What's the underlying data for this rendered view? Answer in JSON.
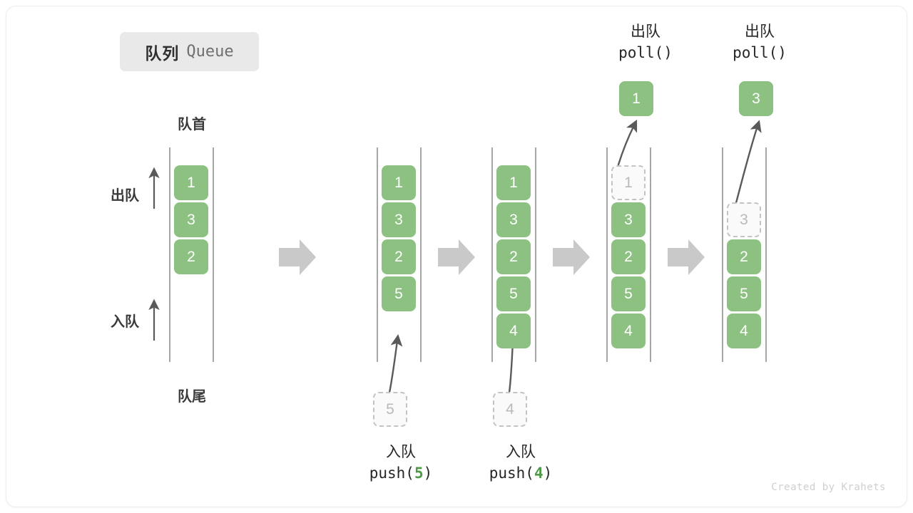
{
  "title": {
    "cn": "队列",
    "en": "Queue"
  },
  "labels": {
    "head": "队首",
    "tail": "队尾",
    "dequeue": "出队",
    "enqueue": "入队"
  },
  "colors": {
    "cell_fill": "#8cc182",
    "cell_text": "#ffffff",
    "ghost_fill": "#fafafa",
    "ghost_border": "#c3c3c3",
    "ghost_text": "#b9b9b9",
    "rail": "#6b6b6b",
    "arrow_gray": "#c9c9c9",
    "arrow_dark": "#5a5a5a",
    "badge_bg": "#e9e9e9",
    "accent_green": "#4f9a47",
    "card_border": "#ececec",
    "footer_text": "#cfcfcf"
  },
  "operations": {
    "push5": {
      "cn": "入队",
      "code_pre": "push(",
      "code_num": "5",
      "code_post": ")"
    },
    "push4": {
      "cn": "入队",
      "code_pre": "push(",
      "code_num": "4",
      "code_post": ")"
    },
    "poll1": {
      "cn": "出队",
      "code": "poll()"
    },
    "poll2": {
      "cn": "出队",
      "code": "poll()"
    }
  },
  "stages": [
    {
      "id": "stage-initial",
      "cells": [
        {
          "value": "1",
          "state": "filled"
        },
        {
          "value": "3",
          "state": "filled"
        },
        {
          "value": "2",
          "state": "filled"
        }
      ],
      "incoming": null,
      "outgoing": null
    },
    {
      "id": "stage-after-push-5",
      "cells": [
        {
          "value": "1",
          "state": "filled"
        },
        {
          "value": "3",
          "state": "filled"
        },
        {
          "value": "2",
          "state": "filled"
        },
        {
          "value": "5",
          "state": "filled"
        }
      ],
      "incoming": {
        "value": "5",
        "state": "ghost"
      },
      "outgoing": null
    },
    {
      "id": "stage-after-push-4",
      "cells": [
        {
          "value": "1",
          "state": "filled"
        },
        {
          "value": "3",
          "state": "filled"
        },
        {
          "value": "2",
          "state": "filled"
        },
        {
          "value": "5",
          "state": "filled"
        },
        {
          "value": "4",
          "state": "filled"
        }
      ],
      "incoming": {
        "value": "4",
        "state": "ghost"
      },
      "outgoing": null
    },
    {
      "id": "stage-after-poll-1",
      "cells": [
        {
          "value": "1",
          "state": "ghost"
        },
        {
          "value": "3",
          "state": "filled"
        },
        {
          "value": "2",
          "state": "filled"
        },
        {
          "value": "5",
          "state": "filled"
        },
        {
          "value": "4",
          "state": "filled"
        }
      ],
      "incoming": null,
      "outgoing": {
        "value": "1",
        "state": "filled"
      }
    },
    {
      "id": "stage-after-poll-3",
      "cells": [
        {
          "value": "",
          "state": "empty"
        },
        {
          "value": "3",
          "state": "ghost"
        },
        {
          "value": "2",
          "state": "filled"
        },
        {
          "value": "5",
          "state": "filled"
        },
        {
          "value": "4",
          "state": "filled"
        }
      ],
      "incoming": null,
      "outgoing": {
        "value": "3",
        "state": "filled"
      }
    }
  ],
  "cells": {
    "s1c1": "1",
    "s1c2": "3",
    "s1c3": "2",
    "s2c1": "1",
    "s2c2": "3",
    "s2c3": "2",
    "s2c4": "5",
    "s3c1": "1",
    "s3c2": "3",
    "s3c3": "2",
    "s3c4": "5",
    "s3c5": "4",
    "s4c1": "1",
    "s4c2": "3",
    "s4c3": "2",
    "s4c4": "5",
    "s4c5": "4",
    "s5c2": "3",
    "s5c3": "2",
    "s5c4": "5",
    "s5c5": "4",
    "in5": "5",
    "in4": "4",
    "out1": "1",
    "out3": "3"
  },
  "footer": "Created by Krahets"
}
